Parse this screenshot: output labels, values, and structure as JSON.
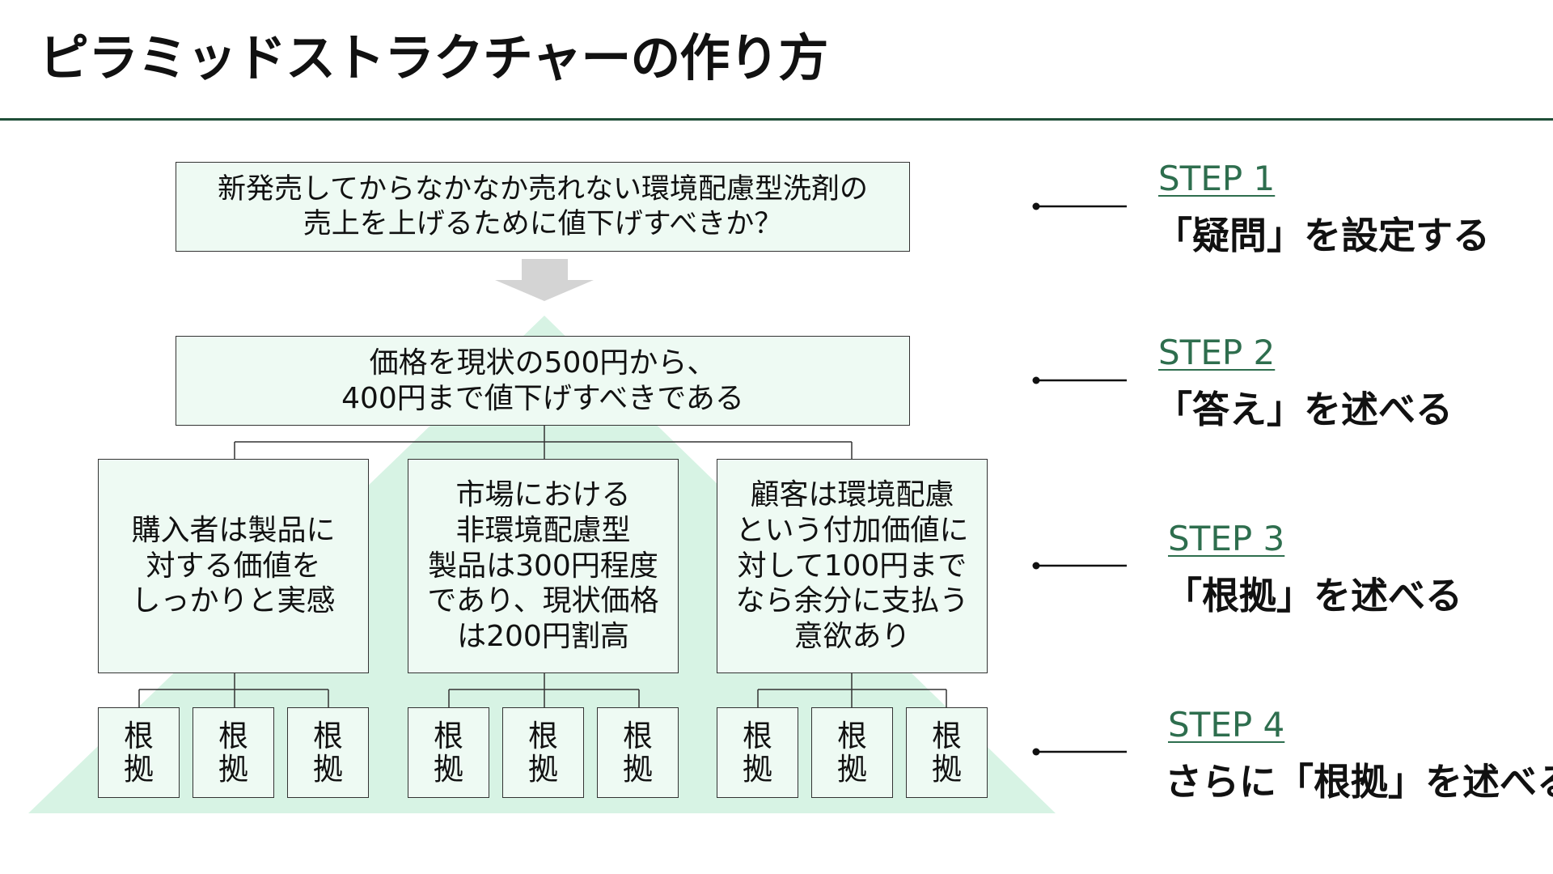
{
  "title": "ピラミッドストラクチャーの作り方",
  "colors": {
    "accent": "#2e6e4e",
    "rule": "#1f4f38",
    "box_fill": "#eefaf3",
    "pyramid_fill": "#d7f3e4",
    "arrow": "#d4d4d4"
  },
  "diagram": {
    "question": "新発売してからなかなか売れない環境配慮型洗剤の\n売上を上げるために値下げすべきか？",
    "answer": "価格を現状の500円から、\n400円まで値下げすべきである",
    "reasons": [
      "購入者は製品に\n対する価値を\nしっかりと実感",
      "市場における\n非環境配慮型\n製品は300円程度\nであり、現状価格\nは200円割高",
      "顧客は環境配慮\nという付加価値に\n対して100円まで\nなら余分に支払う\n意欲あり"
    ],
    "evidence": [
      [
        "根\n拠",
        "根\n拠",
        "根\n拠"
      ],
      [
        "根\n拠",
        "根\n拠",
        "根\n拠"
      ],
      [
        "根\n拠",
        "根\n拠",
        "根\n拠"
      ]
    ]
  },
  "steps": [
    {
      "heading": "STEP 1",
      "description": "「疑問」を設定する"
    },
    {
      "heading": "STEP 2",
      "description": "「答え」を述べる"
    },
    {
      "heading": "STEP 3",
      "description": "「根拠」を述べる"
    },
    {
      "heading": "STEP 4",
      "description": "さらに「根拠」を述べる"
    }
  ]
}
